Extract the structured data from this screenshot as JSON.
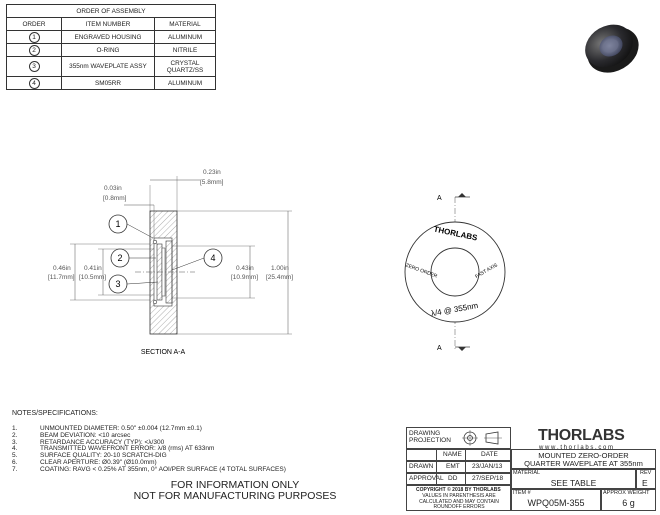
{
  "assembly": {
    "title": "ORDER OF ASSEMBLY",
    "headers": [
      "ORDER",
      "ITEM NUMBER",
      "MATERIAL"
    ],
    "rows": [
      {
        "order": "1",
        "item": "ENGRAVED HOUSING",
        "material": "ALUMINUM"
      },
      {
        "order": "2",
        "item": "O-RING",
        "material": "NITRILE"
      },
      {
        "order": "3",
        "item": "355nm WAVEPLATE ASSY",
        "material": "CRYSTAL QUARTZ/SS"
      },
      {
        "order": "4",
        "item": "SM05RR",
        "material": "ALUMINUM"
      }
    ]
  },
  "dims": {
    "top_width": "0.23in",
    "top_width_mm": "[5.8mm]",
    "gap": "0.03in",
    "gap_mm": "[0.8mm]",
    "d1": "0.46in",
    "d1_mm": "[11.7mm]",
    "d2": "0.41in",
    "d2_mm": "[10.5mm]",
    "d3": "0.43in",
    "d3_mm": "[10.9mm]",
    "d4": "1.00in",
    "d4_mm": "[25.4mm]"
  },
  "callouts": [
    "1",
    "2",
    "3",
    "4"
  ],
  "section_label": "SECTION A-A",
  "section_marker": "A",
  "front_view": {
    "engraving_brand": "THORLABS",
    "engraving_left": "ZERO ORDER",
    "engraving_right": "FAST AXIS",
    "engraving_bottom": "λ/4 @ 355nm"
  },
  "notes": {
    "title": "NOTES/SPECIFICATIONS:",
    "items": [
      {
        "n": "1.",
        "t": "UNMOUNTED DIAMETER: 0.50\" ±0.004 (12.7mm ±0.1)"
      },
      {
        "n": "2.",
        "t": "BEAM DEVIATION: <10 arcsec"
      },
      {
        "n": "3.",
        "t": "RETARDANCE ACCURACY (TYP): <λ/300"
      },
      {
        "n": "4.",
        "t": "TRANSMITTED WAVEFRONT ERROR: λ/8 (rms) AT 633nm"
      },
      {
        "n": "5.",
        "t": "SURFACE QUALITY: 20-10 SCRATCH-DIG"
      },
      {
        "n": "6.",
        "t": "CLEAR APERTURE: Ø0.39\" (Ø10.0mm)"
      },
      {
        "n": "7.",
        "t": "COATING: RAVG < 0.25% AT 355nm, 0° AOI/PER SURFACE (4 TOTAL SURFACES)"
      }
    ]
  },
  "fyi": [
    "FOR INFORMATION ONLY",
    "NOT FOR MANUFACTURING PURPOSES"
  ],
  "title_block": {
    "drawing_projection": "DRAWING PROJECTION",
    "logo": "THORLABS",
    "url": "w w w . t h o r l a b s . c o m",
    "name_h": "NAME",
    "date_h": "DATE",
    "drawn_l": "DRAWN",
    "drawn_name": "EMT",
    "drawn_date": "23/JAN/13",
    "approval_l": "APPROVAL",
    "approval_name": "DD",
    "approval_date": "27/SEP/18",
    "copyright": "COPYRIGHT © 2018 BY THORLABS",
    "values_note": "VALUES IN PARENTHESIS ARE CALCULATED AND MAY CONTAIN ROUNDOFF ERRORS",
    "desc1": "MOUNTED ZERO-ORDER",
    "desc2": "QUARTER WAVEPLATE AT 355nm",
    "material_l": "MATERIAL",
    "material_v": "SEE TABLE",
    "rev_l": "REV",
    "rev_v": "E",
    "item_l": "ITEM #",
    "item_v": "WPQ05M-355",
    "weight_l": "APPROX WEIGHT",
    "weight_v": "6 g"
  }
}
